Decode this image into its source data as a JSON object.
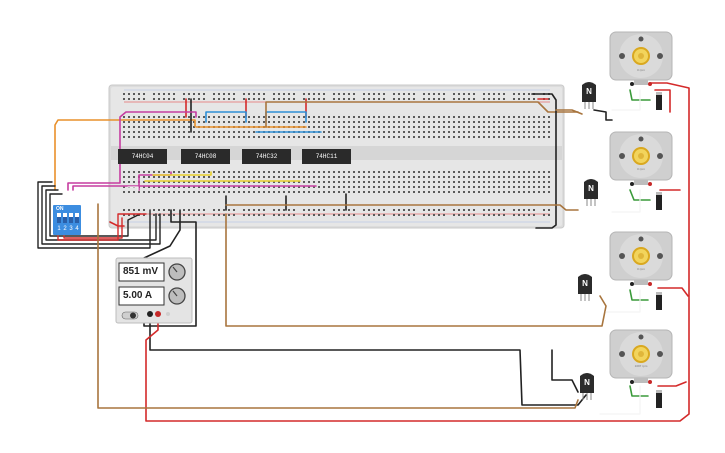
{
  "workspace": {
    "title": ""
  },
  "breadboard": {
    "chips": [
      {
        "id": "chip-1",
        "label": "74HC04"
      },
      {
        "id": "chip-2",
        "label": "74HC08"
      },
      {
        "id": "chip-3",
        "label": "74HC32"
      },
      {
        "id": "chip-4",
        "label": "74HC11"
      }
    ]
  },
  "power_supply": {
    "voltage_display": "851 mV",
    "current_display": "5.00 A"
  },
  "dip_switch": {
    "on_label": "ON",
    "positions": [
      "1",
      "2",
      "3",
      "4"
    ]
  },
  "transistors": [
    {
      "label": "N"
    },
    {
      "label": "N"
    },
    {
      "label": "N"
    },
    {
      "label": "N"
    }
  ],
  "motors": [
    {
      "label": "0 rpm"
    },
    {
      "label": "0 rpm"
    },
    {
      "label": "0 rpm"
    },
    {
      "label": "1097 rpm"
    }
  ],
  "wire_colors": {
    "red": "#d42a2a",
    "black": "#222222",
    "brown": "#a8753e",
    "orange": "#e9902b",
    "blue": "#2e8fd6",
    "magenta": "#c63da0",
    "yellow": "#e8cf2a",
    "green": "#3a9a3a",
    "white": "#f4f4f4"
  }
}
